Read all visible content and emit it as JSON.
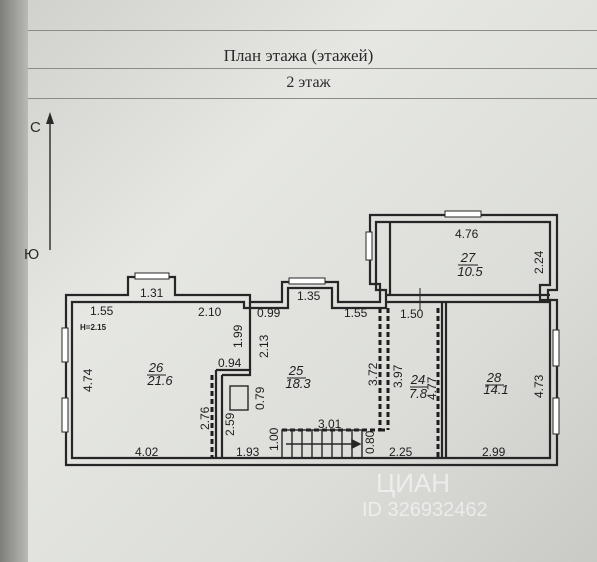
{
  "header": {
    "plan_title": "План этажа (этажей)",
    "floor": "2 этаж"
  },
  "compass": {
    "north": "С",
    "south": "Ю"
  },
  "height_note": "H=2.15",
  "rooms": [
    {
      "id": "26",
      "area": "21.6"
    },
    {
      "id": "25",
      "area": "18.3"
    },
    {
      "id": "27",
      "area": "10.5"
    },
    {
      "id": "28",
      "area": "14.1"
    },
    {
      "id": "24",
      "area": "7.8"
    }
  ],
  "dimensions": [
    "1.55",
    "1.31",
    "2.10",
    "4.74",
    "2.76",
    "4.02",
    "1.99",
    "0.94",
    "2.59",
    "1.93",
    "1.35",
    "0.99",
    "1.55",
    "2.13",
    "0.79",
    "3.72",
    "3.97",
    "3.01",
    "1.00",
    "0.80",
    "2.25",
    "1.50",
    "4.76",
    "2.24",
    "4.73",
    "2.99",
    "4.77"
  ],
  "watermark": {
    "line1": "ЦИАН",
    "line2": "ID 326932462"
  }
}
